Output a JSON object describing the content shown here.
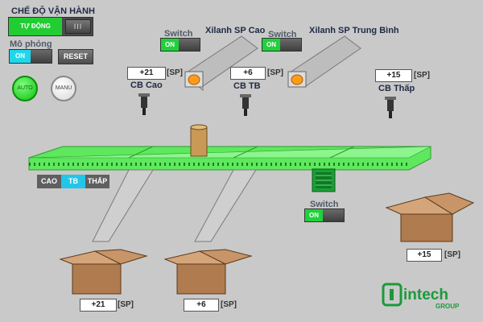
{
  "control": {
    "mode_title": "CHẾ ĐỘ VẬN HÀNH",
    "mode_value": "TỰ ĐỘNG",
    "mode_knob": "III",
    "sim_title": "Mô phỏng",
    "sim_state": "ON",
    "reset_label": "RESET",
    "auto_label": "AUTO",
    "manu_label": "MANU"
  },
  "cylinders": {
    "high": {
      "switch_title": "Switch",
      "switch_state": "ON",
      "label": "Xilanh SP Cao"
    },
    "mid": {
      "switch_title": "Switch",
      "switch_state": "ON",
      "label": "Xilanh SP Trung Bình"
    }
  },
  "sensors": {
    "high": {
      "value": "+21",
      "unit": "[SP]",
      "label": "CB Cao"
    },
    "mid": {
      "value": "+6",
      "unit": "[SP]",
      "label": "CB TB"
    },
    "low": {
      "value": "+15",
      "unit": "[SP]",
      "label": "CB Thấp"
    }
  },
  "size_tabs": [
    "CAO",
    "TB",
    "THẤP"
  ],
  "motor": {
    "switch_title": "Switch",
    "switch_state": "ON"
  },
  "bins": {
    "high": {
      "value": "+21",
      "unit": "[SP]"
    },
    "mid": {
      "value": "+6",
      "unit": "[SP]"
    },
    "low": {
      "value": "+15",
      "unit": "[SP]"
    }
  },
  "logo": {
    "name": "intech",
    "sub": "GROUP"
  },
  "colors": {
    "on_green": "#1fd13a",
    "conveyor": "#5ee85e",
    "background": "#c9c9c9",
    "brand": "#1a9a3a"
  }
}
